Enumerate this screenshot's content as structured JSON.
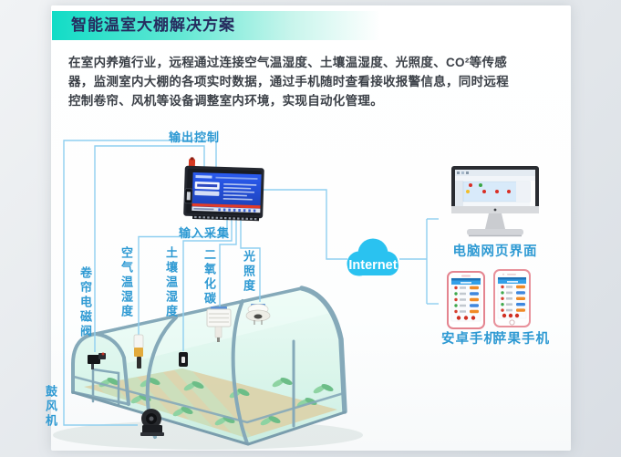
{
  "header": {
    "title": "智能温室大棚解决方案"
  },
  "description": {
    "text": "在室内养殖行业，远程通过连接空气温湿度、土壤温湿度、光照度、CO²等传感器，监测室内大棚的各项实时数据，通过手机随时查看接收报警信息，同时远程控制卷帘、风机等设备调整室内环境，实现自动化管理。"
  },
  "diagram": {
    "controller": {
      "label_top": "输出控制",
      "label_bottom": "输入采集"
    },
    "sensors": [
      {
        "id": "air",
        "label": "空气温湿度"
      },
      {
        "id": "soil",
        "label": "土壤温湿度"
      },
      {
        "id": "co2",
        "label": "二氧化碳"
      },
      {
        "id": "light",
        "label": "光照度"
      }
    ],
    "actuators": [
      {
        "id": "curtain-valve",
        "label": "卷帘电磁阀"
      },
      {
        "id": "blower",
        "label": "鼓风机"
      }
    ],
    "internet": {
      "label": "Internet"
    },
    "terminals": [
      {
        "id": "pc",
        "label": "电脑网页界面"
      },
      {
        "id": "android",
        "label": "安卓手机"
      },
      {
        "id": "iphone",
        "label": "苹果手机"
      }
    ],
    "icons": [
      "rtu-controller-icon",
      "internet-cloud-icon",
      "desktop-monitor-icon",
      "android-phone-icon",
      "iphone-icon",
      "greenhouse-icon",
      "air-sensor-icon",
      "soil-sensor-icon",
      "co2-sensor-icon",
      "light-sensor-icon",
      "curtain-valve-icon",
      "blower-fan-icon"
    ],
    "colors": {
      "accent_teal": "#12dcc6",
      "title_navy": "#262c5f",
      "label_blue": "#2f9ad3",
      "line_blue": "#8fcff0",
      "cloud_cyan": "#2ac2f0",
      "panel_blue": "#2350d8",
      "alert_red": "#e23b28",
      "frame_gray": "#85a9b9"
    }
  }
}
